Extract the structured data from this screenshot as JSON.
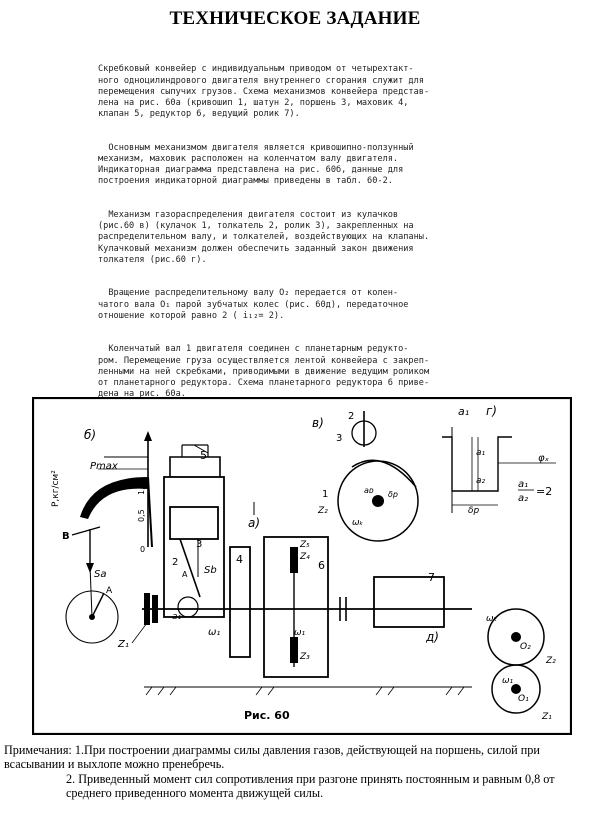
{
  "title": "ТЕХНИЧЕСКОЕ ЗАДАНИЕ",
  "typed_text": [
    "Скребковый конвейер с индивидуальным приводом от четырехтакт-\nного одноцилиндрового двигателя внутреннего сгорания служит для\nперемещения сыпучих грузов. Схема механизмов конвейера представ-\nлена на рис. 60а (кривошип 1, шатун 2, поршень 3, маховик 4,\nклапан 5, редуктор 6, ведущий ролик 7).",
    "  Основным механизмом двигателя является кривошипно-ползунный\nмеханизм, маховик расположен на коленчатом валу двигателя.\nИндикаторная диаграмма представлена на рис. 60б, данные для\nпостроения индикаторной диаграммы приведены в табл. 60-2.",
    "  Механизм газораспределения двигателя состоит из кулачков\n(рис.60 в) (кулачок 1, толкатель 2, ролик 3), закрепленных на\nраспределительном валу, и толкателей, воздействующих на клапаны.\nКулачковый механизм должен обеспечить заданный закон движения\nтолкателя (рис.60 г).",
    "  Вращение распределительному валу O₂ передается от колен-\nчатого вала O₁ парой зубчатых колес (рис. 60д), передаточное\nотношение которой равно 2 ( i₁₂= 2).",
    "  Коленчатый вал 1 двигателя соединен с планетарным редукто-\nром. Перемещение груза осуществляется лентой конвейера с закреп-\nленными на ней скребками, приводимыми в движение ведущим роликом\nот планетарного редуктора. Схема планетарного редуктора 6 приве-\nдена на рис. 60а."
  ],
  "figure": {
    "caption": "Рис. 60",
    "labels": {
      "b": "б)",
      "a": "а)",
      "v": "в)",
      "g": "г)",
      "d": "д)",
      "p_axis": "P,кг/см²",
      "pmax": "Pmax",
      "sa": "Sa",
      "sb": "Sb",
      "z1": "Z₁",
      "z2": "Z₂",
      "z3": "Z₃",
      "z4": "Z₄",
      "z5": "Z₅",
      "psi": "φₓ",
      "ratio_top": "a₁",
      "ratio_bottom": "a₂",
      "ratio_value": "=2",
      "dp": "δp",
      "num1": "1",
      "num2": "2",
      "num3": "3",
      "num4": "4",
      "num5": "5",
      "num6": "6",
      "num7": "7",
      "o1": "O₁",
      "o2": "O₂",
      "w1": "ω₁",
      "wk": "ωₖ",
      "a1": "a₁",
      "a2": "a₂",
      "ad": "aᴅ",
      "B": "B",
      "A": "A",
      "zero": "0",
      "half": "0,5",
      "one": "1,0"
    }
  },
  "notes": [
    "Примечания: 1.При построении диаграммы силы давления газов, действующей на поршень, силой при всасывании и выхлопе можно пренебречь.",
    "2. Приведенный момент сил сопротивления при разгоне принять постоянным и равным 0,8 от среднего приведенного момента движущей силы."
  ]
}
